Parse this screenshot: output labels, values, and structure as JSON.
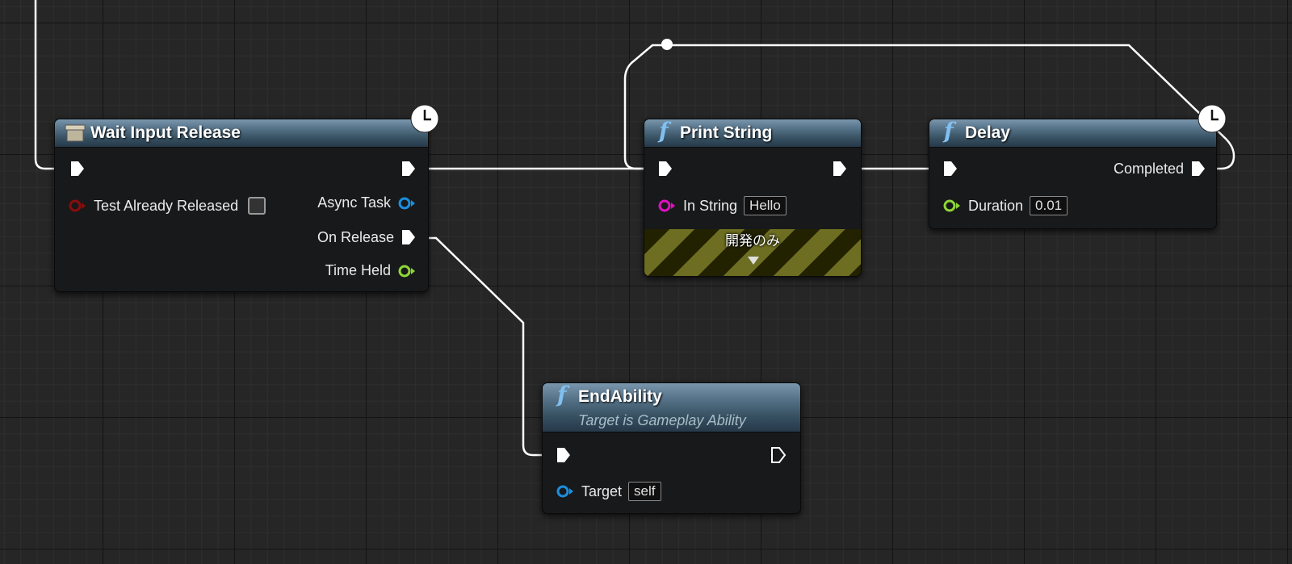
{
  "nodes": {
    "wait_input_release": {
      "title": "Wait Input Release",
      "inputs": {
        "test_already_released_label": "Test Already Released"
      },
      "outputs": {
        "async_task_label": "Async Task",
        "on_release_label": "On Release",
        "time_held_label": "Time Held"
      }
    },
    "print_string": {
      "title": "Print String",
      "in_string_label": "In String",
      "in_string_value": "Hello",
      "dev_only_label": "開発のみ"
    },
    "delay": {
      "title": "Delay",
      "completed_label": "Completed",
      "duration_label": "Duration",
      "duration_value": "0.01"
    },
    "end_ability": {
      "title": "EndAbility",
      "subtitle": "Target is Gameplay Ability",
      "target_label": "Target",
      "target_value": "self"
    }
  },
  "icons": {
    "function_glyph": "f",
    "latent": "clock-icon",
    "async_node": "box-icon"
  },
  "colors": {
    "exec_pin": "#ffffff",
    "bool_pin": "#8a0d0d",
    "object_pin": "#1a8fe0",
    "float_pin": "#8ed636",
    "string_pin": "#e010c0",
    "node_header": "#4a6a80",
    "wire": "#ffffff"
  }
}
